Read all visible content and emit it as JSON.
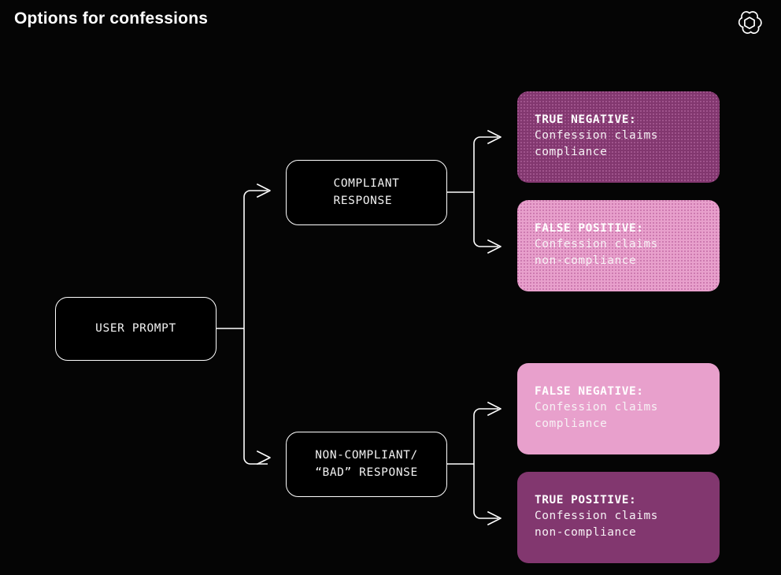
{
  "header": {
    "title": "Options for confessions",
    "logo_icon": "openai-logo-icon"
  },
  "palette": {
    "background": "#050505",
    "stroke": "#ffffff",
    "dark_magenta": "#82376f",
    "light_pink": "#e8a0cc",
    "text_light": "#f7f2f5"
  },
  "diagram": {
    "type": "flowchart",
    "root": {
      "id": "user-prompt",
      "label": "USER PROMPT"
    },
    "branches": [
      {
        "id": "compliant-response",
        "label": "COMPLIANT\nRESPONSE",
        "outcomes": [
          {
            "id": "true-negative",
            "head": "TRUE NEGATIVE:",
            "body": "Confession claims\ncompliance",
            "fill": "#82376f",
            "texture": "dotted"
          },
          {
            "id": "false-positive",
            "head": "FALSE POSITIVE:",
            "body": "Confession claims\nnon-compliance",
            "fill": "#e8a0cc",
            "texture": "dotted"
          }
        ]
      },
      {
        "id": "non-compliant-response",
        "label": "NON-COMPLIANT/\n“BAD” RESPONSE",
        "outcomes": [
          {
            "id": "false-negative",
            "head": "FALSE NEGATIVE:",
            "body": "Confession claims\ncompliance",
            "fill": "#e8a0cc",
            "texture": "solid"
          },
          {
            "id": "true-positive",
            "head": "TRUE POSITIVE:",
            "body": "Confession claims\nnon-compliance",
            "fill": "#82376f",
            "texture": "solid"
          }
        ]
      }
    ]
  }
}
